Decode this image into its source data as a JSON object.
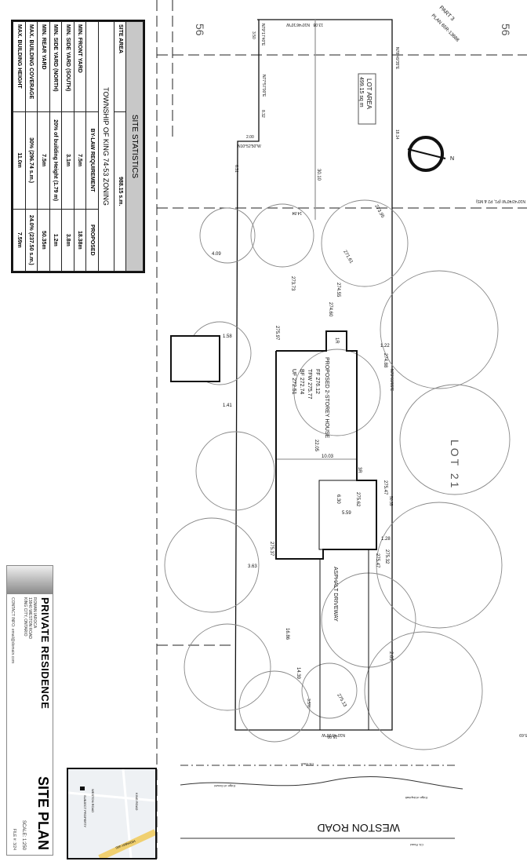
{
  "site_statistics": {
    "title": "SITE STATISTICS",
    "site_area_label": "SITE AREA",
    "site_area_value": "988.15 s.m.",
    "zoning_title": "TOWNSHIP OF KING 74-53 ZONING",
    "col_bylaw": "BY-LAW REQUIREMENT",
    "col_proposed": "PROPOSED",
    "rows": [
      {
        "label": "MIN. FRONT YARD",
        "required": "7.5m",
        "proposed": "18.38m"
      },
      {
        "label": "MIN. SIDE YARD (SOUTH)",
        "required": "3.1m",
        "proposed": "3.8m"
      },
      {
        "label": "MIN. SIDE YARD (NORTH)",
        "required": "20% of building Height (1.79 m)",
        "proposed": "1.2m"
      },
      {
        "label": "MIN. REAR YARD",
        "required": "7.5m",
        "proposed": "50.35m"
      },
      {
        "label": "MAX. BUILDING COVERAGE",
        "required": "30% (296.74 s.m.)",
        "proposed": "24.0% (237.50 s.m.)"
      },
      {
        "label": "MAX. BUILDING HEIGHT",
        "required": "11.0m",
        "proposed": "7.59m"
      }
    ]
  },
  "title_block": {
    "project": "PRIVATE RESIDENCE",
    "owner": "ROMAN IAROCA",
    "address1": "13840 WESTON ROAD",
    "address2": "KING CITY, ONTARIO",
    "contact": "CONTACT INFO: email@domain.com",
    "sheet_title": "SITE PLAN",
    "scale_label": "SCALE:",
    "scale_value": "1:250",
    "file": "FILE #: 3/24"
  },
  "key_map": {
    "subject": "SUBJECT PROPERTY",
    "road1": "WESTON ROAD",
    "road2": "KING ROAD",
    "hwy": "HIGHWAY 400"
  },
  "plan": {
    "lot_area_label": "LOT AREA",
    "lot_area_value": "499.15 sq m",
    "part_label": "PART 3",
    "plan_ref": "PLAN 65R-13688",
    "lot_number_left": "56",
    "lot_number_right": "56",
    "lot_21": "LOT 21",
    "house_label": "PROPOSED 2-STOREY HOUSE",
    "ff": "FF 276.12",
    "tfw": "TFW 275.77",
    "bf": "BF 272.74",
    "uf": "UF 272.51",
    "driveway": "ASPHALT DRIVEWAY",
    "road": "WESTON ROAD",
    "north": "N",
    "bearings": [
      "N10°46'10\"W",
      "N79°17'40\"E",
      "N77°57'00\"E",
      "N10°52'50\"W",
      "N78°49'35\"E",
      "N10°43'40\"W (P1, P2 & MS)",
      "N10°45'20\"W",
      "N79°03'05\"E"
    ],
    "dims": [
      "13.08",
      "3.50",
      "8.32",
      "2.00",
      "6.31",
      "30.10",
      "18.14",
      "14.84",
      "4.09",
      "1.22",
      "1.28",
      "10.03",
      "22.05",
      "6.30",
      "5.59",
      "50.35",
      "3.63",
      "1.58",
      "1.41",
      "15.00",
      "16.86",
      "14.39",
      "2.05",
      "3.5%",
      "5.69"
    ],
    "elevations": [
      "275.97",
      "274.55",
      "274.60",
      "274.88",
      "275.62",
      "275.47",
      "275.32",
      "275.37",
      "275.13",
      "275.47",
      "273.73",
      "273.95",
      "271.61"
    ],
    "entries": [
      "1R",
      "3R"
    ],
    "road_notes": [
      "Edge of Gravel",
      "Edge of Asphalt",
      "C/L Ditch",
      "C/L Road"
    ]
  },
  "colors": {
    "line": "#111111",
    "tree": "#8a8a8a",
    "header": "#c8c8c8"
  }
}
